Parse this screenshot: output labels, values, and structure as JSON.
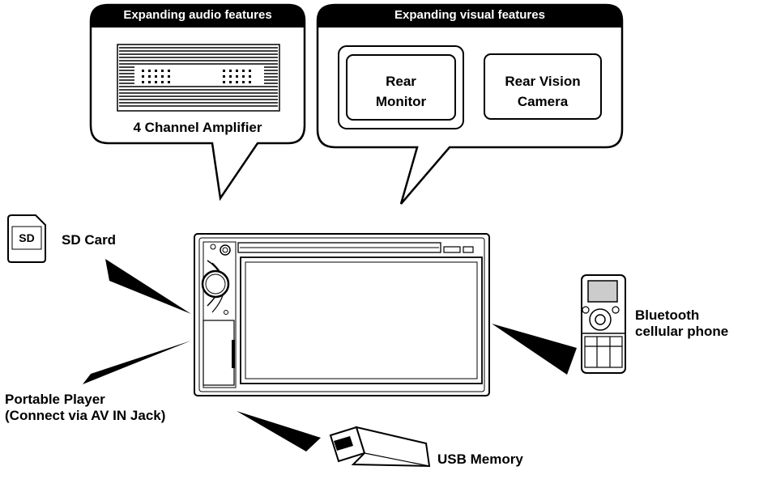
{
  "audio_bubble": {
    "title": "Expanding audio features",
    "item_label": "4 Channel Amplifier"
  },
  "visual_bubble": {
    "title": "Expanding visual features",
    "rear_monitor_line1": "Rear",
    "rear_monitor_line2": "Monitor",
    "rear_camera_line1": "Rear Vision",
    "rear_camera_line2": "Camera"
  },
  "sd_card": {
    "icon_text": "SD",
    "label": "SD Card"
  },
  "portable_player": {
    "line1": "Portable Player",
    "line2": "(Connect via AV IN Jack)"
  },
  "bluetooth_phone": {
    "line1": "Bluetooth",
    "line2": "cellular phone"
  },
  "usb": {
    "label": "USB Memory"
  },
  "colors": {
    "ink": "#000000",
    "background": "#ffffff"
  }
}
